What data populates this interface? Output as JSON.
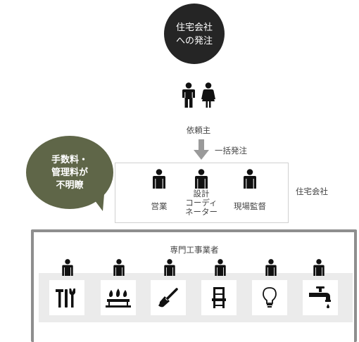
{
  "top_circle": {
    "line1": "住宅会社",
    "line2": "への発注"
  },
  "client": {
    "label": "依頼主"
  },
  "arrow": {
    "label": "一括発注"
  },
  "bubble": {
    "line1": "手数料・",
    "line2": "管理料が",
    "line3": "不明瞭"
  },
  "company": {
    "label": "住宅会社",
    "roles": [
      {
        "label": "営業"
      },
      {
        "line1": "設計",
        "line2": "コーディ",
        "line3": "ネーター"
      },
      {
        "label": "現場監督"
      }
    ]
  },
  "contractors": {
    "label": "専門工事業者",
    "trade_icons": [
      "tools-icon",
      "stove-icon",
      "paint-brush-icon",
      "chair-icon",
      "light-bulb-icon",
      "faucet-icon"
    ]
  },
  "colors": {
    "dark": "#252525",
    "olive": "#5f6648",
    "gray": "#8e8e8e",
    "light": "#ebebeb"
  }
}
